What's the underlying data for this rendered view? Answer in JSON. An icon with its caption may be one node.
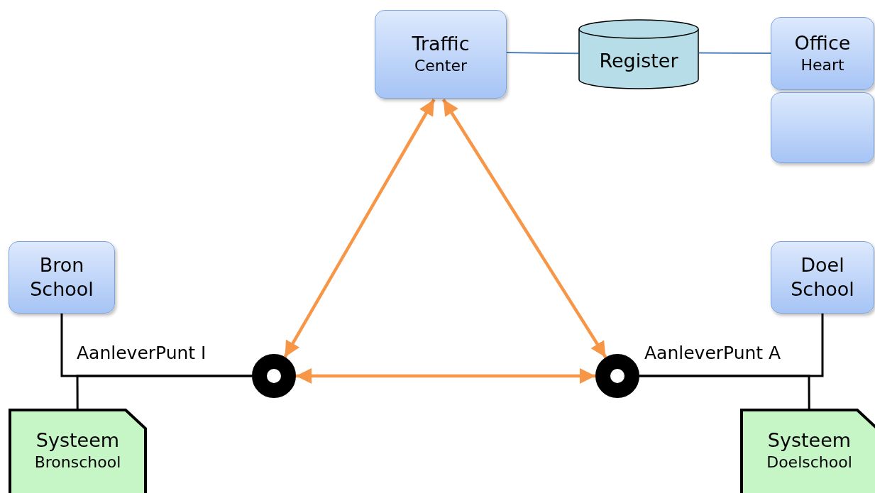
{
  "diagram": {
    "nodes": [
      {
        "text": [
          "Traffic",
          "Center"
        ]
      },
      {
        "text": [
          "Register"
        ]
      },
      {
        "text": [
          "Office",
          "Heart"
        ]
      },
      {
        "text": [],
        "shape": "box"
      },
      {
        "text": [
          "Bron School"
        ]
      },
      {
        "text": [
          "Systeem",
          "Bronschool"
        ]
      },
      {
        "text": [],
        "shape": "circle"
      },
      {
        "text": [],
        "shape": "circle"
      },
      {
        "text": [
          "Doel School"
        ]
      },
      {
        "text": [
          "Systeem",
          "Doelschool"
        ]
      }
    ],
    "edges": [
      {
        "from": 0,
        "to": 1,
        "arrow": "none",
        "color": "#4f81bd"
      },
      {
        "from": 1,
        "to": 2,
        "arrow": "none",
        "color": "#4f81bd"
      },
      {
        "from": 0,
        "to": 6,
        "arrow": "both",
        "color": "#f79646"
      },
      {
        "from": 0,
        "to": 7,
        "arrow": "both",
        "color": "#f79646"
      },
      {
        "from": 6,
        "to": 7,
        "arrow": "both",
        "color": "#f79646"
      },
      {
        "from": 4,
        "to": 6,
        "arrow": "none"
      },
      {
        "from": 5,
        "to": 6,
        "arrow": "none"
      },
      {
        "from": 8,
        "to": 7,
        "arrow": "none"
      },
      {
        "from": 9,
        "to": 7,
        "arrow": "none"
      }
    ],
    "labels": [
      "AanleverPunt I",
      "AanleverPunt A"
    ]
  }
}
